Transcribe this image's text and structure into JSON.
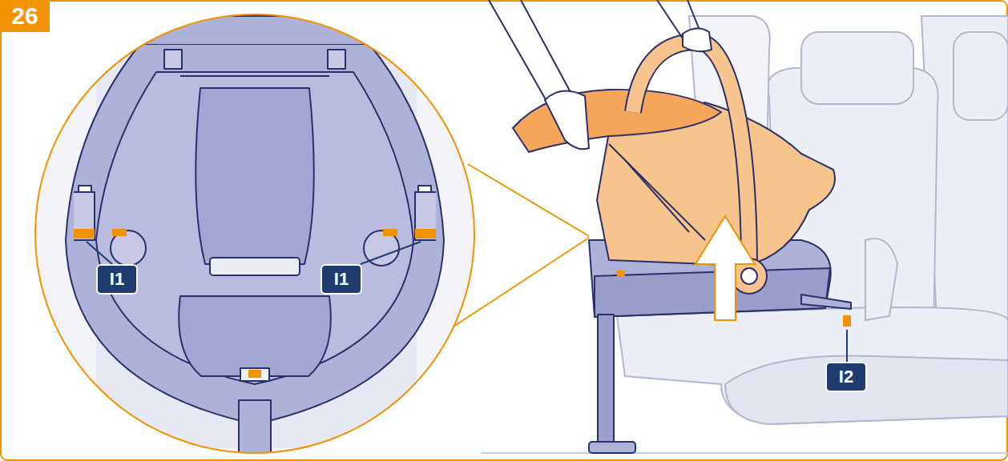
{
  "diagram": {
    "labels": [
      "26",
      "I1",
      "I1",
      "I2"
    ]
  }
}
